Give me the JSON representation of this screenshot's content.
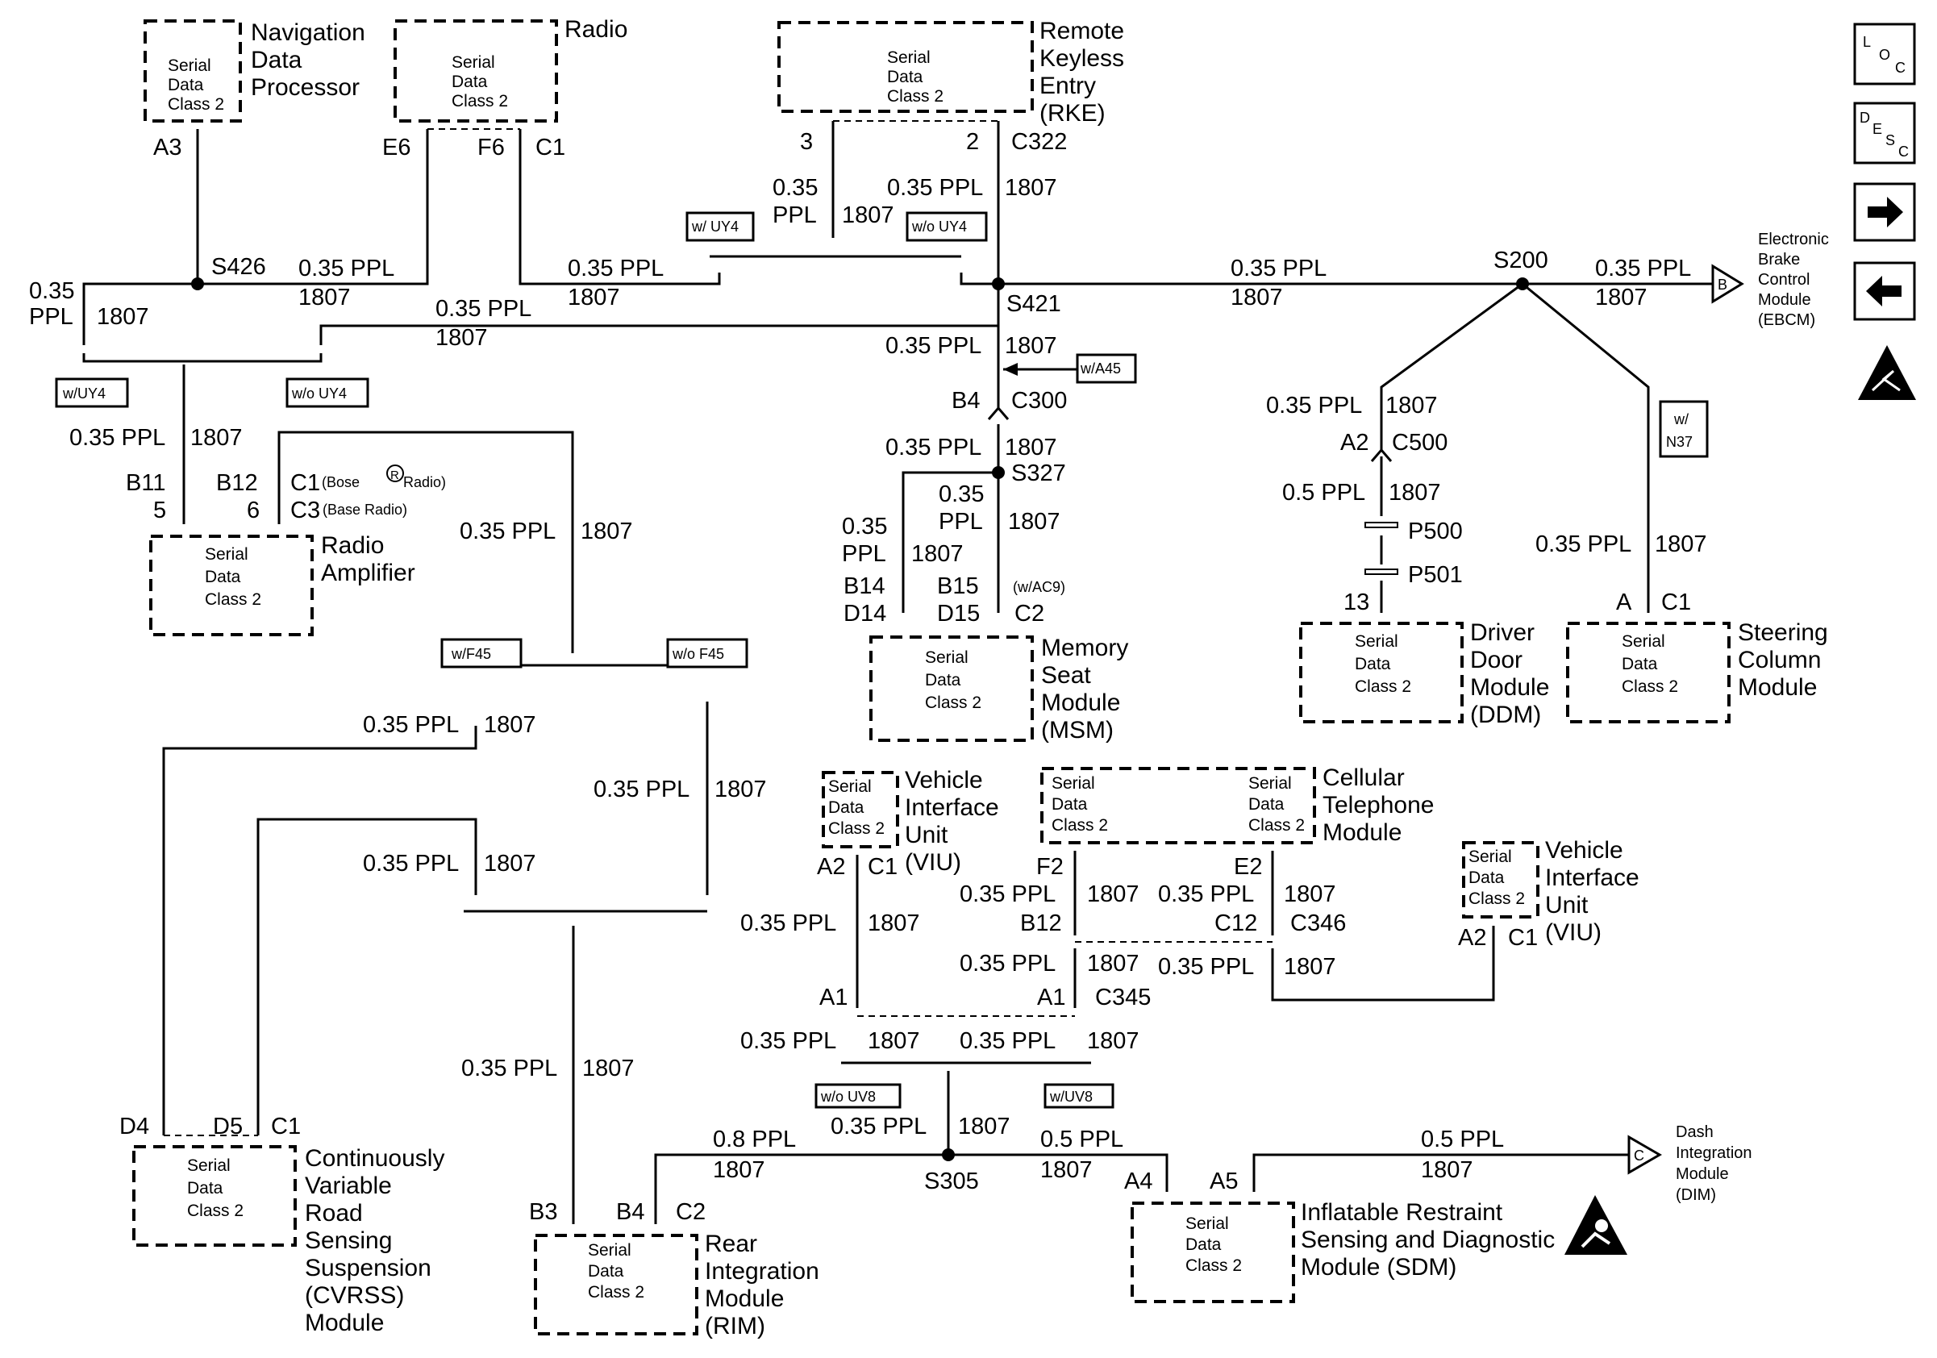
{
  "modules": {
    "ndp": {
      "line1": "Navigation",
      "line2": "Data",
      "line3": "Processor"
    },
    "radio": {
      "line1": "Radio"
    },
    "rke": {
      "line1": "Remote",
      "line2": "Keyless",
      "line3": "Entry",
      "line4": "(RKE)"
    },
    "amp": {
      "line1": "Radio",
      "line2": "Amplifier"
    },
    "msm": {
      "line1": "Memory",
      "line2": "Seat",
      "line3": "Module",
      "line4": "(MSM)"
    },
    "ddm": {
      "line1": "Driver",
      "line2": "Door",
      "line3": "Module",
      "line4": "(DDM)"
    },
    "scm": {
      "line1": "Steering",
      "line2": "Column",
      "line3": "Module"
    },
    "ebcm": {
      "line1": "Electronic",
      "line2": "Brake",
      "line3": "Control",
      "line4": "Module",
      "line5": "(EBCM)"
    },
    "viu1": {
      "line1": "Vehicle",
      "line2": "Interface",
      "line3": "Unit",
      "line4": "(VIU)"
    },
    "ctm": {
      "line1": "Cellular",
      "line2": "Telephone",
      "line3": "Module"
    },
    "viu2": {
      "line1": "Vehicle",
      "line2": "Interface",
      "line3": "Unit",
      "line4": "(VIU)"
    },
    "cvrss": {
      "line1": "Continuously",
      "line2": "Variable",
      "line3": "Road",
      "line4": "Sensing",
      "line5": "Suspension",
      "line6": "(CVRSS)",
      "line7": "Module"
    },
    "rim": {
      "line1": "Rear",
      "line2": "Integration",
      "line3": "Module",
      "line4": "(RIM)"
    },
    "sdm": {
      "line1": "Inflatable Restraint",
      "line2": "Sensing and Diagnostic",
      "line3": "Module (SDM)"
    },
    "dim": {
      "line1": "Dash",
      "line2": "Integration",
      "line3": "Module",
      "line4": "(DIM)"
    }
  },
  "serial": {
    "line1": "Serial",
    "line2": "Data",
    "line3": "Class 2"
  },
  "wire": {
    "gauge": "0.35 PPL",
    "gauge_a": "0.35",
    "color": "PPL",
    "circuit": "1807",
    "gauge_08": "0.8 PPL",
    "gauge_05": "0.5 PPL"
  },
  "splices": {
    "s426": "S426",
    "s421": "S421",
    "s200": "S200",
    "s327": "S327",
    "s305": "S305"
  },
  "connectors": {
    "a3": "A3",
    "e6": "E6",
    "f6": "F6",
    "c1": "C1",
    "c322": "C322",
    "n3": "3",
    "n2": "2",
    "b11": "B11",
    "b12": "B12",
    "n5": "5",
    "n6": "6",
    "c1_bose": "C1",
    "bose_note": "(Bose",
    "bose_r": "R",
    "bose_radio": "Radio)",
    "c3": "C3",
    "base_note": "(Base Radio)",
    "b4": "B4",
    "c300": "C300",
    "b14": "B14",
    "b15": "B15",
    "d14": "D14",
    "d15": "D15",
    "c2": "C2",
    "wac9": "(w/AC9)",
    "a2": "A2",
    "c500": "C500",
    "p500": "P500",
    "p501": "P501",
    "n13": "13",
    "a": "A",
    "f2": "F2",
    "e2": "E2",
    "c12": "C12",
    "c346": "C346",
    "a1": "A1",
    "c345": "C345",
    "d4": "D4",
    "d5": "D5",
    "b3": "B3",
    "a4": "A4",
    "a5": "A5"
  },
  "options": {
    "w_uy4": "w/ UY4",
    "wo_uy4": "w/o UY4",
    "w_uy4_b": "w/UY4",
    "wo_uy4_b": "w/o UY4",
    "w_a45": "w/A45",
    "w_n37_1": "w/",
    "w_n37_2": "N37",
    "w_f45": "w/F45",
    "wo_f45": "w/o  F45",
    "wo_uv8": "w/o UV8",
    "w_uv8": "w/UV8"
  },
  "offpage": {
    "b": "B",
    "c": "C"
  },
  "side_icons": {
    "loc": {
      "l": "L",
      "o": "O",
      "c": "C"
    },
    "desc": {
      "d": "D",
      "e": "E",
      "s": "S",
      "c": "C"
    },
    "names": [
      "loc-icon",
      "desc-icon",
      "arrow-right-icon",
      "arrow-left-icon",
      "esd-warning-icon"
    ]
  },
  "colors": {
    "line": "#000000",
    "background": "#ffffff"
  }
}
